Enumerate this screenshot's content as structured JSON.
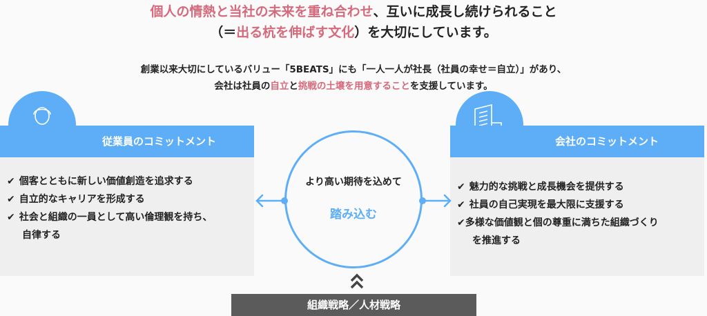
{
  "heading": {
    "line1_pink": "個人の情熱と当社の未来を重ね合わせ",
    "line1_black": "、互いに成長し続けられること",
    "line2_open": "（＝",
    "line2_pink": "出る杭を伸ばす文化",
    "line2_close": "）を大切にしています。"
  },
  "intro": {
    "line1": "創業以来大切にしているバリュー「5BEATS」にも「一人一人が社長（社員の幸せ＝自立）」があり、",
    "line2_a": "会社は社員の",
    "line2_pink1": "自立",
    "line2_b": "と",
    "line2_pink2": "挑戦の土壌を用意すること",
    "line2_c": "を支援しています。"
  },
  "employee": {
    "title": "従業員のコミットメント",
    "check": "✔",
    "items": [
      "個客とともに新しい価値創造を追求する",
      "自立的なキャリアを形成する",
      "社会と組織の一員として高い倫理観を持ち、"
    ],
    "continuation": "自律する"
  },
  "company": {
    "title": "会社のコミットメント",
    "check": "✔",
    "items": [
      "魅力的な挑戦と成長機会を提供する",
      "社員の自己実現を最大限に支援する",
      "多様な価値観と個の尊重に満ちた組織づくり"
    ],
    "continuation": "を推進する"
  },
  "center": {
    "line1": "より高い期待を込めて",
    "line2": "踏み込む"
  },
  "bottom_bar": "組織戦略／人材戦略",
  "colors": {
    "pink": "#d46a7c",
    "blue": "#5daef6",
    "dark": "#5b5b5b"
  }
}
